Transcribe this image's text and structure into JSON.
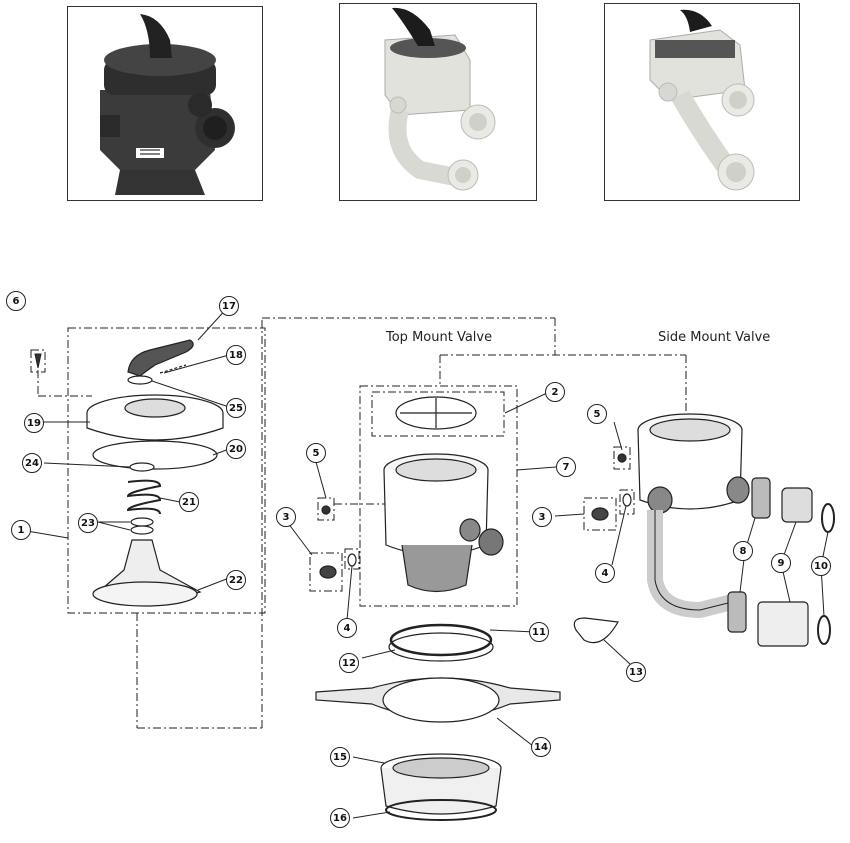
{
  "titles": {
    "top_mount": "Top Mount Valve",
    "side_mount": "Side Mount Valve"
  },
  "callouts": [
    "1",
    "2",
    "3",
    "3",
    "4",
    "4",
    "5",
    "5",
    "6",
    "7",
    "8",
    "9",
    "10",
    "11",
    "12",
    "13",
    "14",
    "15",
    "16",
    "17",
    "18",
    "19",
    "20",
    "21",
    "22",
    "23",
    "24",
    "25"
  ],
  "colors": {
    "line": "#222222",
    "dark_valve": "#3a3a3a",
    "light_valve": "#e6e6e0",
    "handle": "#1a1a1a"
  }
}
